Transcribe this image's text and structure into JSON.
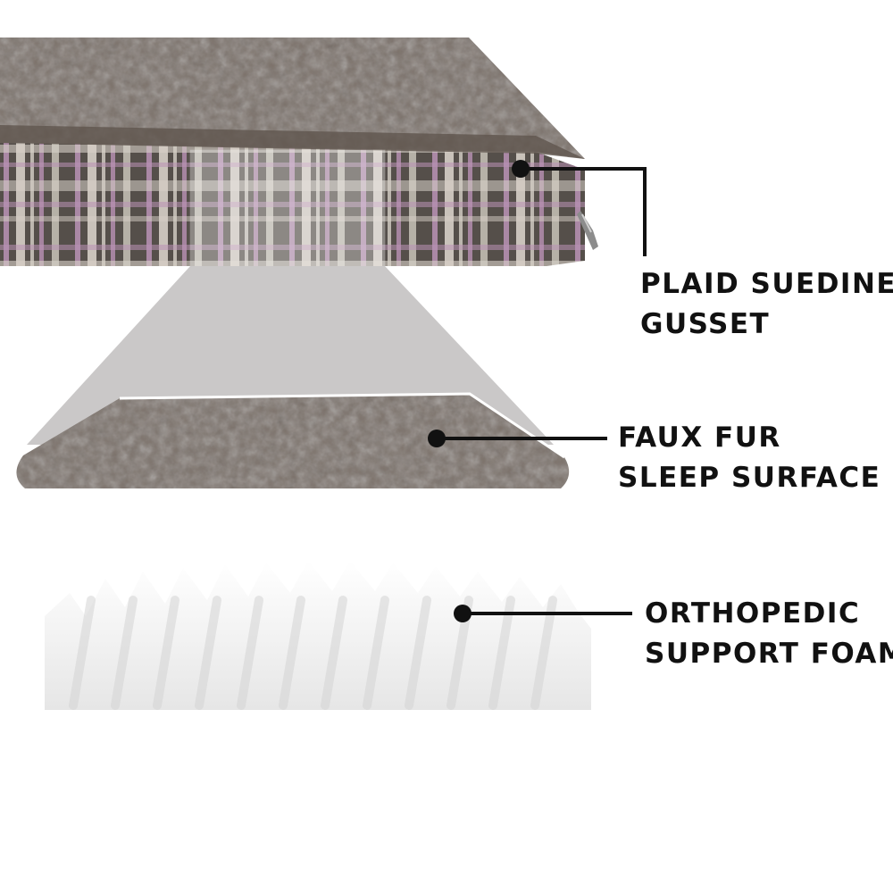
{
  "colors": {
    "fur": "#7d726a",
    "fur_dark": "#5f554e",
    "plaid_base": "#5d5651",
    "plaid_pink": "#c99fc4",
    "plaid_cream": "#e9e2d8",
    "zoom_panel": "#c7c5c5",
    "foam": "#f1f1f1",
    "foam_shadow": "#d4d4d4",
    "callout": "#111111"
  },
  "callouts": [
    {
      "id": "plaid-suedine-gusset",
      "lines": [
        "PLAID SUEDINE",
        "GUSSET"
      ]
    },
    {
      "id": "faux-fur-sleep-surface",
      "lines": [
        "FAUX FUR",
        "SLEEP SURFACE"
      ]
    },
    {
      "id": "orthopedic-support-foam",
      "lines": [
        "ORTHOPEDIC",
        "SUPPORT FOAM"
      ]
    }
  ]
}
